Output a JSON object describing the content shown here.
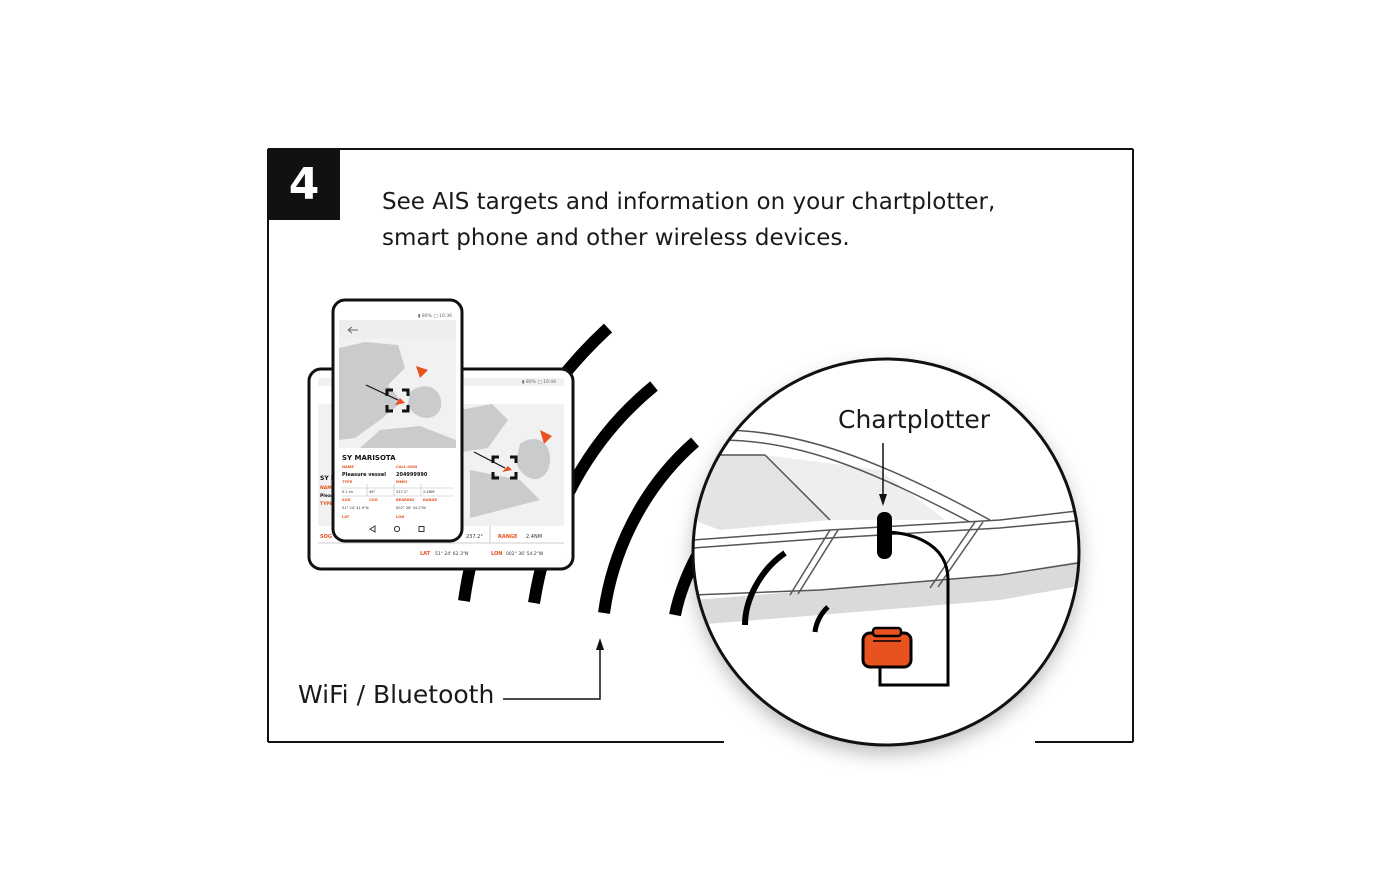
{
  "step": {
    "number": "4"
  },
  "headline": {
    "line1": "See AIS targets and information on your chartplotter,",
    "line2": "smart phone and other wireless devices."
  },
  "labels": {
    "chartplotter": "Chartplotter",
    "wireless": "WiFi / Bluetooth"
  },
  "phone": {
    "status_bar": "▮ 80% □ 10:36",
    "vessel_name": "SY MARISOTA",
    "fields": [
      {
        "label": "NAME",
        "value": "Pleasure vessel"
      },
      {
        "label": "CALL SIGN",
        "value": "204999990"
      },
      {
        "label": "TYPE",
        "value": ""
      },
      {
        "label": "MMSI",
        "value": ""
      },
      {
        "label": "SOG",
        "value": ""
      },
      {
        "label": "COG",
        "value": ""
      },
      {
        "label": "BEARING",
        "value": ""
      },
      {
        "label": "RANGE",
        "value": ""
      },
      {
        "label": "LAT",
        "value": ""
      },
      {
        "label": "LON",
        "value": ""
      }
    ],
    "row_values": [
      "0.1 kn",
      "46°",
      "237.2°",
      "2.4NM"
    ],
    "lat_value": "51° 24' 41.9\"N",
    "lon_value": "002° 36' 34.2\"W"
  },
  "tablet": {
    "status_bar": "▮ 80% □ 10:44",
    "bearing_value": "237.2°",
    "range_label": "RANGE",
    "range_value": "2.4NM",
    "sog_label": "SOG",
    "lat_label": "LAT",
    "lat_value": "51° 24' 62.3\"N",
    "lon_label": "LON",
    "lon_value": "002° 36' 54.2\"W",
    "partial_name": "SY I",
    "partial_labels": [
      "NAM",
      "Pleas",
      "TYPE"
    ]
  },
  "colors": {
    "accent": "#e8521f",
    "ink": "#111111",
    "water": "#f1f1f1",
    "land": "#c9cbcd",
    "device_box": "#e4e4e4"
  }
}
